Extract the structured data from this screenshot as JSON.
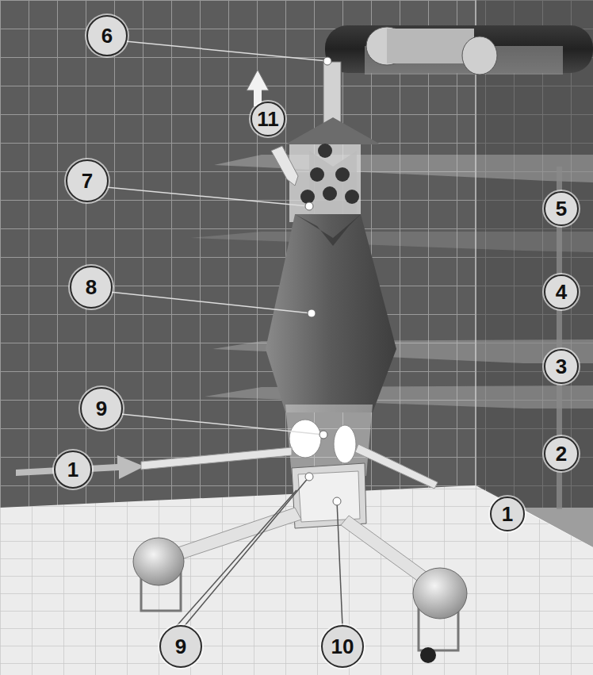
{
  "diagram": {
    "nodes": [
      {
        "text": [
          "6"
        ]
      },
      {
        "text": [
          "11"
        ]
      },
      {
        "text": [
          "7"
        ]
      },
      {
        "text": [
          "5"
        ]
      },
      {
        "text": [
          "8"
        ]
      },
      {
        "text": [
          "4"
        ]
      },
      {
        "text": [
          "3"
        ]
      },
      {
        "text": [
          "9"
        ]
      },
      {
        "text": [
          "2"
        ]
      },
      {
        "text": [
          "1"
        ]
      },
      {
        "text": [
          "1"
        ]
      },
      {
        "text": [
          "9"
        ]
      },
      {
        "text": [
          "10"
        ]
      }
    ]
  }
}
